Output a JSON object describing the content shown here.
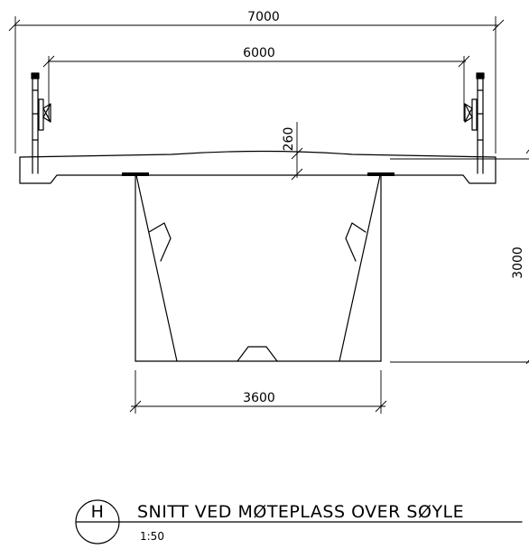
{
  "dimensions": {
    "overall_width": "7000",
    "inner_width": "6000",
    "deck_thickness": "260",
    "pier_height": "3000",
    "pier_base_width": "3600"
  },
  "title_block": {
    "marker": "H",
    "title": "SNITT VED MØTEPLASS OVER SØYLE",
    "scale": "1:50"
  }
}
